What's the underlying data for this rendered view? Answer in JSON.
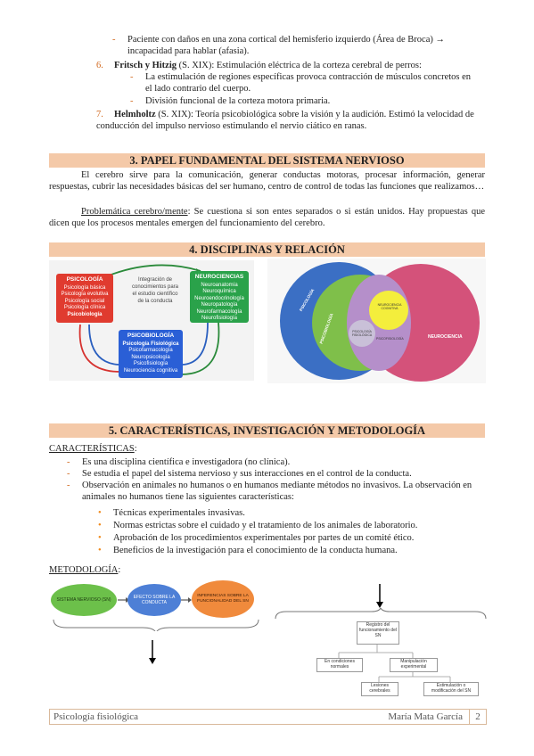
{
  "top_list": {
    "item_paciente": "Paciente con daños en una zona cortical del hemisferio izquierdo (Área de Broca) → incapacidad para hablar (afasia).",
    "item6_num": "6.",
    "item6_bold": "Fritsch y Hitzig",
    "item6_text": " (S. XIX): Estimulación eléctrica de la corteza cerebral de perros:",
    "item6_sub1": "La estimulación de regiones específicas provoca contracción de músculos concretos en el lado contrario del cuerpo.",
    "item6_sub2": "División funcional de la corteza motora primaria.",
    "item7_num": "7.",
    "item7_bold": "Helmholtz",
    "item7_text": " (S. XIX): Teoría psicobiológica sobre la visión y la audición. Estimó la velocidad de conducción del impulso nervioso estimulando el nervio ciático en ranas."
  },
  "section3": {
    "title": "3. PAPEL FUNDAMENTAL DEL SISTEMA NERVIOSO",
    "para1": "El cerebro sirve para la comunicación, generar conductas motoras, procesar información, generar respuestas, cubrir las necesidades básicas del ser humano, centro de control de todas las funciones que realizamos…",
    "para2_label": "Problemática cerebro/mente",
    "para2_text": ": Se cuestiona si son entes separados o si están unidos. Hay propuestas que dicen que los procesos mentales emergen del funcionamiento del cerebro."
  },
  "section4": {
    "title": "4. DISCIPLINAS Y RELACIÓN",
    "psicologia": {
      "title": "PSICOLOGÍA",
      "items": [
        "Psicología básica",
        "Psicología evolutiva",
        "Psicología social",
        "Psicología clínica",
        "Psicobiología"
      ]
    },
    "integracion": "Integración de conocimientos para el estudio científico de la conducta",
    "neurociencias": {
      "title": "NEUROCIENCIAS",
      "items": [
        "Neuroanatomía",
        "Neuroquímica",
        "Neuroendocrinología",
        "Neuropatología",
        "Neurofarmacología",
        "Neurofisiología"
      ]
    },
    "psicobiologia": {
      "title": "PSICOBIOLOGÍA",
      "items": [
        "Psicología Fisiológica",
        "Psicofarmacología",
        "Neuropsicología",
        "Psicofisiología",
        "Neurociencia cognitiva"
      ]
    },
    "venn": {
      "psicologia": "PSICOLOGÍA",
      "psicobiologia": "PSICOBIOLOGÍA",
      "neurociencia": "NEUROCIENCIA",
      "neuro_cognitiva": "NEUROCIENCIA COGNITIVA",
      "psicologia_fisiologica": "PSICOLOGÍA FISIOLÓGICA",
      "psicofisiologia": "PSICOFISIOLOGÍA"
    }
  },
  "section5": {
    "title": "5. CARACTERÍSTICAS, INVESTIGACIÓN Y METODOLOGÍA",
    "caract_label": "CARACTERÍSTICAS",
    "caract_colon": ":",
    "caract_items": [
      "Es una disciplina científica e investigadora (no clínica).",
      "Se estudia el papel del sistema nervioso y sus interacciones en el control de la conducta.",
      "Observación en animales no humanos o en humanos mediante métodos no invasivos. La observación en animales no humanos tiene las siguientes características:"
    ],
    "sub_items": [
      "Técnicas experimentales invasivas.",
      "Normas estrictas sobre el cuidado y el tratamiento de los animales de laboratorio.",
      "Aprobación de los procedimientos experimentales por partes de un comité ético.",
      "Beneficios de la investigación para el conocimiento de la conducta humana."
    ],
    "metodo_label": "METODOLOGÍA",
    "metodo_colon": ":",
    "flow": {
      "sn": "SISTEMA NERVIOSO (SN)",
      "efecto": "EFECTO SOBRE LA CONDUCTA",
      "inferencias": "INFERENCIAS SOBRE LA FUNCIONALIDAD DEL SN"
    },
    "tree": {
      "root": "Registro del funcionamiento del SN",
      "cond_normales": "En condiciones normales",
      "manip": "Manipulación experimental",
      "lesiones": "Lesiones cerebrales",
      "estim": "Estimulación o modificación del SN"
    }
  },
  "footer": {
    "left": "Psicología fisiológica",
    "author": "María Mata García",
    "page": "2"
  },
  "colors": {
    "accent": "#f4c9a8",
    "orange_text": "#d2691e"
  }
}
